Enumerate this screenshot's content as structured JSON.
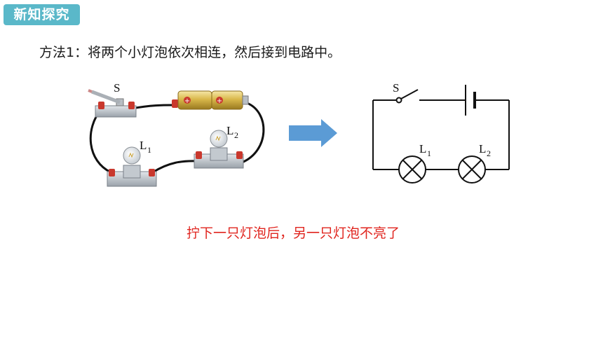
{
  "header": {
    "badge": "新知探究"
  },
  "method_text": "方法1：将两个小灯泡依次相连，然后接到电路中。",
  "note_text": "拧下一只灯泡后，另一只灯泡不亮了",
  "physical_circuit": {
    "switch_label": "S",
    "lamp1": {
      "label": "L",
      "sub": "1"
    },
    "lamp2": {
      "label": "L",
      "sub": "2"
    }
  },
  "schematic": {
    "switch_label": "S",
    "lamp1": {
      "label": "L",
      "sub": "1"
    },
    "lamp2": {
      "label": "L",
      "sub": "2"
    }
  },
  "colors": {
    "badge": "#5ab8c9",
    "note": "#e0241e",
    "arrow": "#5b9bd5",
    "battery": "#d8b84a"
  }
}
